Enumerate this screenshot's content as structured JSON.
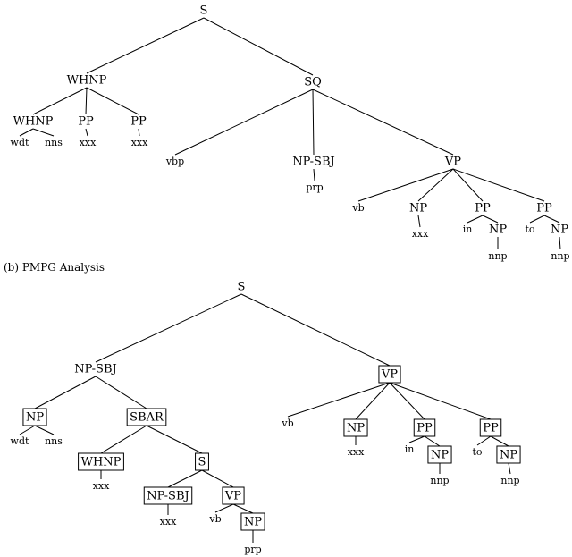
{
  "tree_a": {
    "nodes": {
      "s": "S",
      "whnp": "WHNP",
      "sq": "SQ",
      "whnp2": "WHNP",
      "pp1": "PP",
      "pp2": "PP",
      "wdt": "wdt",
      "nns": "nns",
      "pp1_xxx": "xxx",
      "pp2_xxx": "xxx",
      "vbp": "vbp",
      "npsbj": "NP-SBJ",
      "prp": "prp",
      "vp": "VP",
      "vb": "vb",
      "np": "NP",
      "np_xxx": "xxx",
      "pp3": "PP",
      "pp4": "PP",
      "in": "in",
      "np3": "NP",
      "np3_nnp": "nnp",
      "to": "to",
      "np4": "NP",
      "np4_nnp": "nnp"
    }
  },
  "caption_b": "(b) PMPG Analysis",
  "tree_b": {
    "nodes": {
      "s": "S",
      "npsbj": "NP-SBJ",
      "vp": "VP",
      "np": "NP",
      "sbar": "SBAR",
      "wdt": "wdt",
      "nns": "nns",
      "whnp": "WHNP",
      "whnp_xxx": "xxx",
      "s2": "S",
      "npsbj2": "NP-SBJ",
      "npsbj2_xxx": "xxx",
      "vp2": "VP",
      "vb2": "vb",
      "np5": "NP",
      "prp": "prp",
      "vb": "vb",
      "np2": "NP",
      "np2_xxx": "xxx",
      "pp1": "PP",
      "in": "in",
      "np3": "NP",
      "np3_nnp": "nnp",
      "pp2": "PP",
      "to": "to",
      "np4": "NP",
      "np4_nnp": "nnp"
    }
  }
}
